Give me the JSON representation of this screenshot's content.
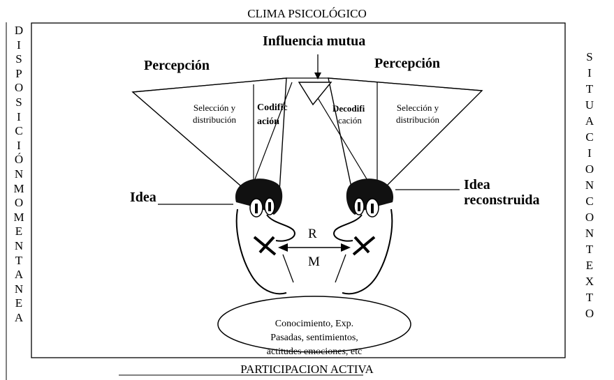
{
  "top_title": "CLIMA PSICOLÓGICO",
  "bottom_title": "PARTICIPACION ACTIVA",
  "left_vertical": [
    "D",
    "I",
    "S",
    "P",
    "O",
    "S",
    "I",
    "C",
    "I",
    "Ó",
    "N",
    "M",
    "O",
    "M",
    "E",
    "N",
    "T",
    "A",
    "N",
    "E",
    "A"
  ],
  "right_vertical": [
    "S",
    "I",
    "T",
    "U",
    "A",
    "C",
    "I",
    "O",
    "N",
    "C",
    "O",
    "N",
    "T",
    "E",
    "X",
    "T",
    "O"
  ],
  "influence_label": "Influencia mutua",
  "left": {
    "percepcion": "Percepción",
    "seleccion": "Selección y distribución",
    "codificacion_1": "Codific",
    "codificacion_2": "ación",
    "idea": "Idea"
  },
  "right": {
    "percepcion": "Percepción",
    "seleccion": "Selección y distribución",
    "decodificacion_1": "Decodifi",
    "decodificacion_2": "cación",
    "idea_1": "Idea",
    "idea_2": "reconstruida"
  },
  "r_label": "R",
  "m_label": "M",
  "ellipse_text": [
    "Conocimiento, Exp.",
    "Pasadas, sentimientos,",
    "actitudes emociones, etc"
  ]
}
